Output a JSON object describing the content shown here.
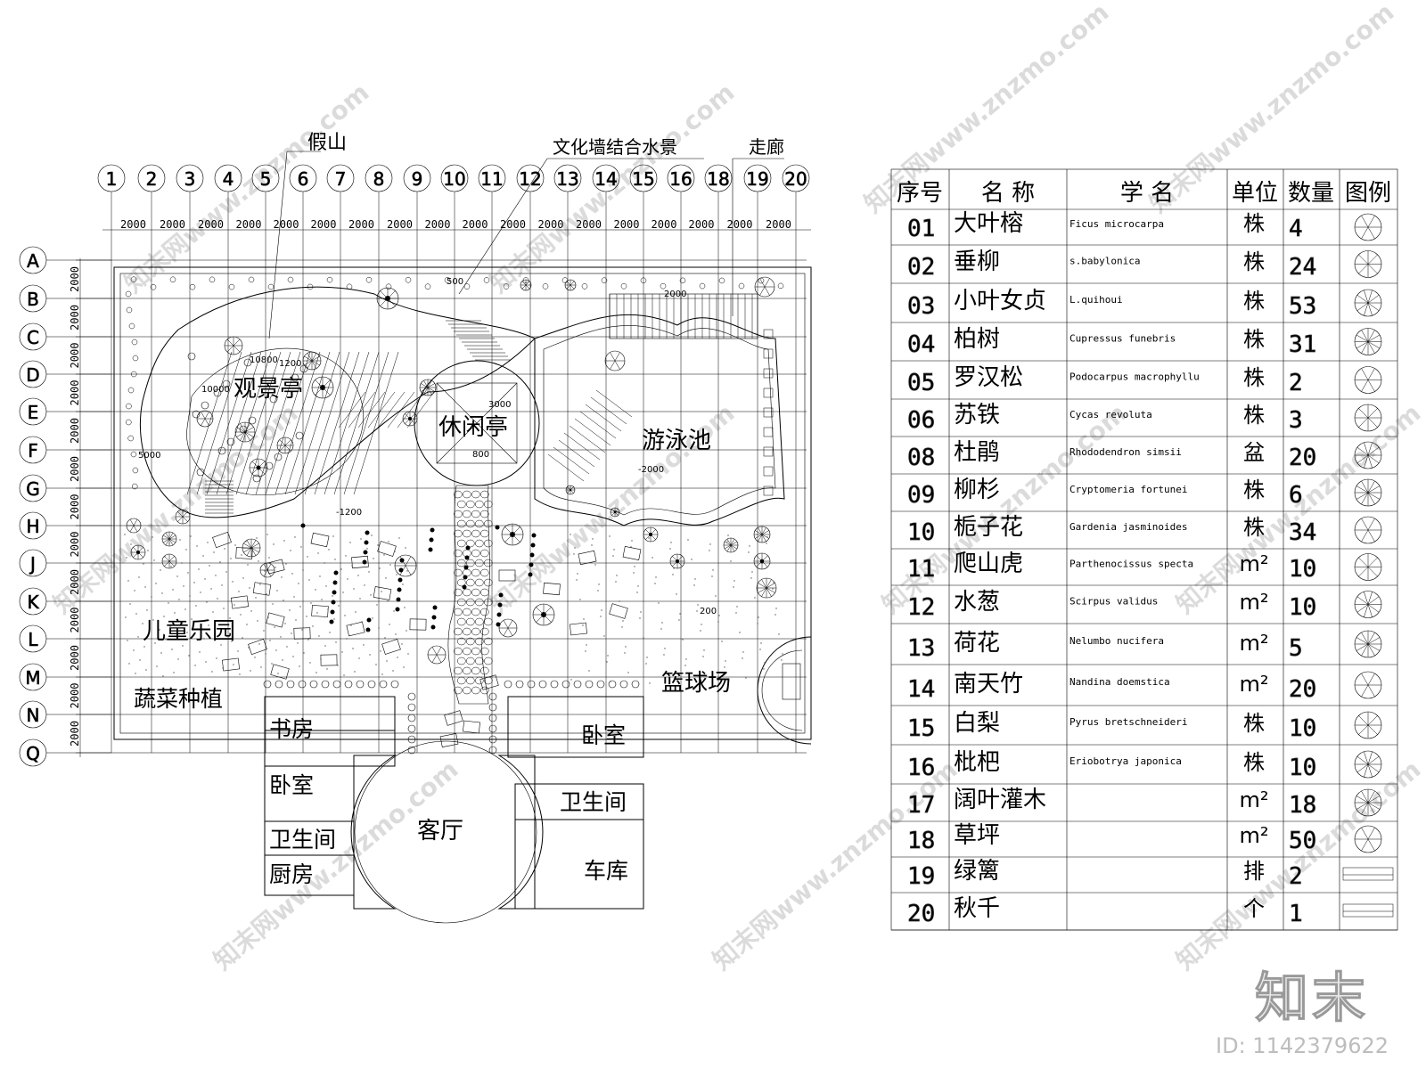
{
  "top_labels": {
    "rockery": "假山",
    "culture_wall": "文化墙结合水景",
    "corridor": "走廊"
  },
  "column_axes": [
    "1",
    "2",
    "3",
    "4",
    "5",
    "6",
    "7",
    "8",
    "9",
    "10",
    "11",
    "12",
    "13",
    "14",
    "15",
    "16",
    "18",
    "19",
    "20"
  ],
  "row_axes": [
    "A",
    "B",
    "C",
    "D",
    "E",
    "F",
    "G",
    "H",
    "J",
    "K",
    "L",
    "M",
    "N",
    "Q"
  ],
  "spacing_label": "2000",
  "areas": {
    "pavilion_view": "观景亭",
    "pavilion_leisure": "休闲亭",
    "pool": "游泳池",
    "playground": "儿童乐园",
    "vegetables": "蔬菜种植",
    "basketball": "篮球场",
    "study": "书房",
    "bedroom_left": "卧室",
    "bedroom_right": "卧室",
    "bath_left": "卫生间",
    "bath_right": "卫生间",
    "kitchen": "厨房",
    "living": "客厅",
    "garage": "车库"
  },
  "elevations": [
    "10800",
    "1200",
    "10000",
    "5000",
    "3000",
    "800",
    "500",
    "2000",
    "-2000",
    "-1200",
    "200"
  ],
  "table": {
    "headers": [
      "序号",
      "名 称",
      "学 名",
      "单位",
      "数量",
      "图例"
    ],
    "rows": [
      {
        "no": "01",
        "name": "大叶榕",
        "latin": "Ficus microcarpa",
        "unit": "株",
        "qty": "4",
        "icon": "tree-large-icon"
      },
      {
        "no": "02",
        "name": "垂柳",
        "latin": "s.babylonica",
        "unit": "株",
        "qty": "24",
        "icon": "willow-icon"
      },
      {
        "no": "03",
        "name": "小叶女贞",
        "latin": "L.quihoui",
        "unit": "株",
        "qty": "53",
        "icon": "privet-icon"
      },
      {
        "no": "04",
        "name": "柏树",
        "latin": "Cupressus funebris",
        "unit": "株",
        "qty": "31",
        "icon": "cypress-icon"
      },
      {
        "no": "05",
        "name": "罗汉松",
        "latin": "Podocarpus macrophyllu",
        "unit": "株",
        "qty": "2",
        "icon": "podocarpus-icon"
      },
      {
        "no": "06",
        "name": "苏铁",
        "latin": "Cycas revoluta",
        "unit": "株",
        "qty": "3",
        "icon": "cycas-icon"
      },
      {
        "no": "08",
        "name": "杜鹃",
        "latin": "Rhododendron simsii",
        "unit": "盆",
        "qty": "20",
        "icon": "azalea-icon"
      },
      {
        "no": "09",
        "name": "柳杉",
        "latin": "Cryptomeria fortunei",
        "unit": "株",
        "qty": "6",
        "icon": "cryptomeria-icon"
      },
      {
        "no": "10",
        "name": "栀子花",
        "latin": "Gardenia jasminoides",
        "unit": "株",
        "qty": "34",
        "icon": "gardenia-icon"
      },
      {
        "no": "11",
        "name": "爬山虎",
        "latin": "Parthenocissus specta",
        "unit": "m²",
        "qty": "10",
        "icon": "ivy-icon"
      },
      {
        "no": "12",
        "name": "水葱",
        "latin": "Scirpus validus",
        "unit": "m²",
        "qty": "10",
        "icon": "scirpus-icon"
      },
      {
        "no": "13",
        "name": "荷花",
        "latin": "Nelumbo nucifera",
        "unit": "m²",
        "qty": "5",
        "icon": "lotus-icon"
      },
      {
        "no": "14",
        "name": "南天竹",
        "latin": "Nandina doemstica",
        "unit": "m²",
        "qty": "20",
        "icon": "nandina-icon"
      },
      {
        "no": "15",
        "name": "白梨",
        "latin": "Pyrus bretschneideri",
        "unit": "株",
        "qty": "10",
        "icon": "pear-icon"
      },
      {
        "no": "16",
        "name": "枇杷",
        "latin": "Eriobotrya japonica",
        "unit": "株",
        "qty": "10",
        "icon": "loquat-icon"
      },
      {
        "no": "17",
        "name": "阔叶灌木",
        "latin": "",
        "unit": "m²",
        "qty": "18",
        "icon": "shrub-icon"
      },
      {
        "no": "18",
        "name": "草坪",
        "latin": "",
        "unit": "m²",
        "qty": "50",
        "icon": "lawn-icon"
      },
      {
        "no": "19",
        "name": "绿篱",
        "latin": "",
        "unit": "排",
        "qty": "2",
        "icon": "hedge-icon"
      },
      {
        "no": "20",
        "name": "秋千",
        "latin": "",
        "unit": "个",
        "qty": "1",
        "icon": "swing-icon"
      }
    ]
  },
  "watermark": {
    "logo": "知末",
    "id": "ID: 1142379622",
    "site": "知末网www.znzmo.com"
  }
}
